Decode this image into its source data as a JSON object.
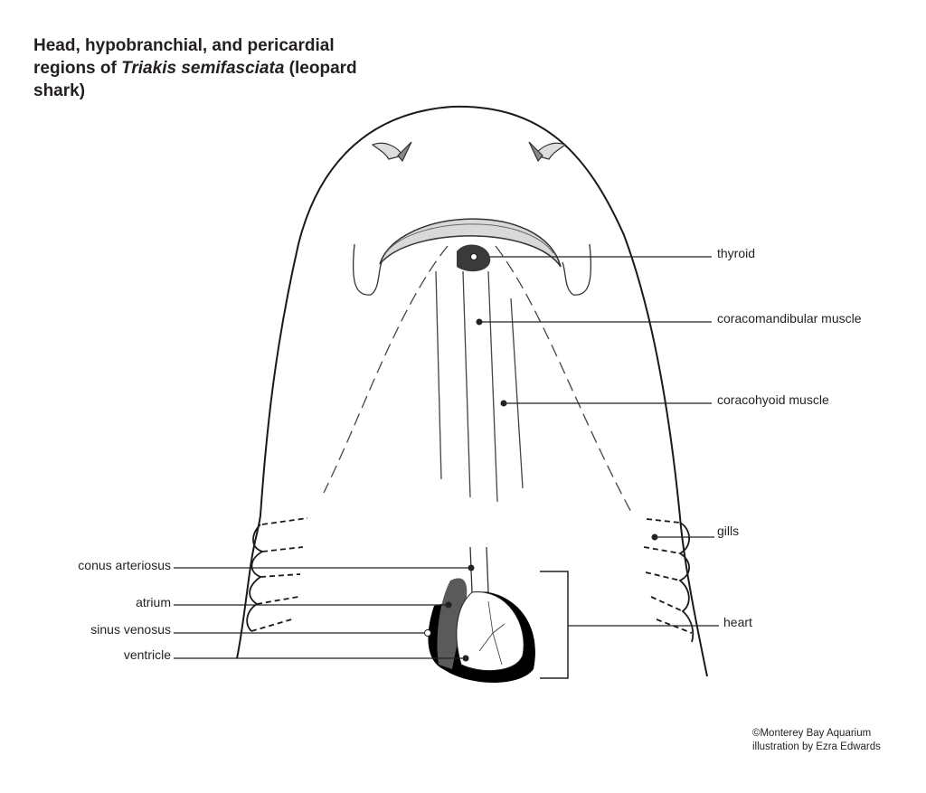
{
  "title": {
    "prefix": "Head, hypobranchial, and pericardial regions of ",
    "species": "Triakis semifasciata",
    "suffix": " (leopard shark)"
  },
  "labels": {
    "thyroid": "thyroid",
    "coracomandibular": "coracomandibular muscle",
    "coracohyoid": "coracohyoid muscle",
    "gills": "gills",
    "heart": "heart",
    "conus": "conus arteriosus",
    "atrium": "atrium",
    "sinus": "sinus venosus",
    "ventricle": "ventricle"
  },
  "credit": {
    "line1": "©Monterey Bay Aquarium",
    "line2": "illustration by Ezra Edwards"
  },
  "colors": {
    "atrium": "#5a5a5a",
    "thyroid": "#3a3a3a",
    "jaw": "#d9d9d9"
  }
}
